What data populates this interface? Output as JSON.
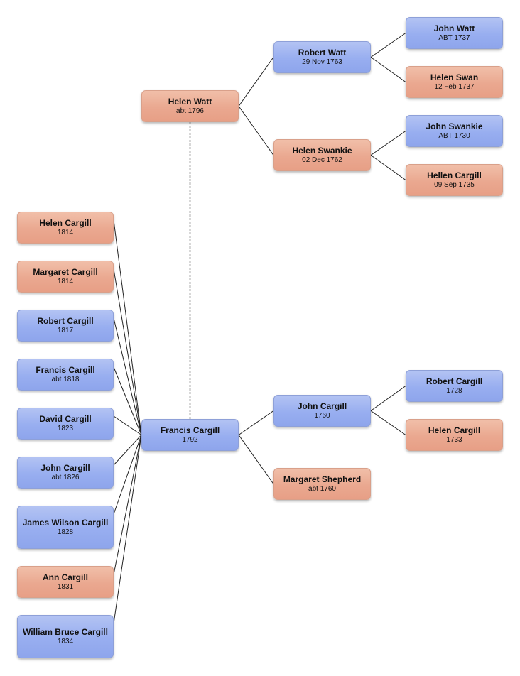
{
  "people": {
    "helen_watt": {
      "name": "Helen Watt",
      "date": "abt 1796",
      "sex": "female"
    },
    "francis_cargill": {
      "name": "Francis Cargill",
      "date": "1792",
      "sex": "male"
    },
    "robert_watt": {
      "name": "Robert Watt",
      "date": "29 Nov 1763",
      "sex": "male"
    },
    "helen_swankie": {
      "name": "Helen Swankie",
      "date": "02 Dec 1762",
      "sex": "female"
    },
    "john_watt": {
      "name": "John Watt",
      "date": "ABT 1737",
      "sex": "male"
    },
    "helen_swan": {
      "name": "Helen Swan",
      "date": "12 Feb 1737",
      "sex": "female"
    },
    "john_swankie": {
      "name": "John Swankie",
      "date": "ABT 1730",
      "sex": "male"
    },
    "hellen_cargill": {
      "name": "Hellen Cargill",
      "date": "09 Sep 1735",
      "sex": "female"
    },
    "john_cargill_1760": {
      "name": "John Cargill",
      "date": "1760",
      "sex": "male"
    },
    "margaret_shepherd": {
      "name": "Margaret Shepherd",
      "date": "abt 1760",
      "sex": "female"
    },
    "robert_cargill_1728": {
      "name": "Robert Cargill",
      "date": "1728",
      "sex": "male"
    },
    "helen_cargill_1733": {
      "name": "Helen Cargill",
      "date": "1733",
      "sex": "female"
    },
    "helen_cargill_1814": {
      "name": "Helen Cargill",
      "date": "1814",
      "sex": "female"
    },
    "margaret_cargill": {
      "name": "Margaret Cargill",
      "date": "1814",
      "sex": "female"
    },
    "robert_cargill_1817": {
      "name": "Robert Cargill",
      "date": "1817",
      "sex": "male"
    },
    "francis_cargill_1818": {
      "name": "Francis Cargill",
      "date": "abt 1818",
      "sex": "male"
    },
    "david_cargill": {
      "name": "David Cargill",
      "date": "1823",
      "sex": "male"
    },
    "john_cargill_1826": {
      "name": "John Cargill",
      "date": "abt 1826",
      "sex": "male"
    },
    "james_wilson_cargill": {
      "name": "James Wilson Cargill",
      "date": "1828",
      "sex": "male"
    },
    "ann_cargill": {
      "name": "Ann Cargill",
      "date": "1831",
      "sex": "female"
    },
    "william_bruce_cargill": {
      "name": "William Bruce Cargill",
      "date": "1834",
      "sex": "male"
    }
  },
  "colors": {
    "male": "#98aef0",
    "female": "#eaa890",
    "connector": "#222222",
    "spouse_connector": "#666666"
  },
  "relations": {
    "parents": [
      {
        "child": "helen_watt",
        "parents": [
          "robert_watt",
          "helen_swankie"
        ]
      },
      {
        "child": "robert_watt",
        "parents": [
          "john_watt",
          "helen_swan"
        ]
      },
      {
        "child": "helen_swankie",
        "parents": [
          "john_swankie",
          "hellen_cargill"
        ]
      },
      {
        "child": "francis_cargill",
        "parents": [
          "john_cargill_1760",
          "margaret_shepherd"
        ]
      },
      {
        "child": "john_cargill_1760",
        "parents": [
          "robert_cargill_1728",
          "helen_cargill_1733"
        ]
      }
    ],
    "spouses": [
      [
        "helen_watt",
        "francis_cargill"
      ]
    ],
    "children_of": {
      "parent": "francis_cargill",
      "children": [
        "helen_cargill_1814",
        "margaret_cargill",
        "robert_cargill_1817",
        "francis_cargill_1818",
        "david_cargill",
        "john_cargill_1826",
        "james_wilson_cargill",
        "ann_cargill",
        "william_bruce_cargill"
      ]
    }
  }
}
